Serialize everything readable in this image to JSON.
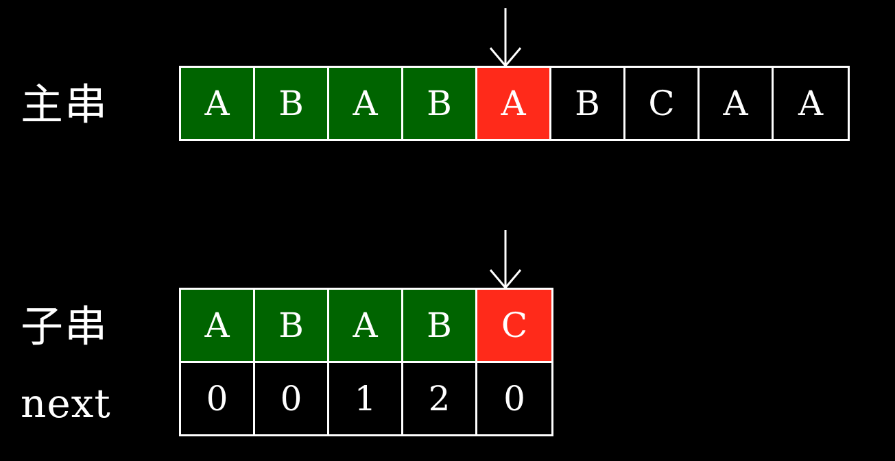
{
  "main_string": {
    "label": "主串",
    "cells": [
      {
        "char": "A",
        "state": "matched"
      },
      {
        "char": "B",
        "state": "matched"
      },
      {
        "char": "A",
        "state": "matched"
      },
      {
        "char": "B",
        "state": "matched"
      },
      {
        "char": "A",
        "state": "mismatch"
      },
      {
        "char": "B",
        "state": "pending"
      },
      {
        "char": "C",
        "state": "pending"
      },
      {
        "char": "A",
        "state": "pending"
      },
      {
        "char": "A",
        "state": "pending"
      }
    ],
    "pointer_index": 4
  },
  "pattern_string": {
    "label": "子串",
    "cells": [
      {
        "char": "A",
        "state": "matched"
      },
      {
        "char": "B",
        "state": "matched"
      },
      {
        "char": "A",
        "state": "matched"
      },
      {
        "char": "B",
        "state": "matched"
      },
      {
        "char": "C",
        "state": "mismatch"
      }
    ],
    "pointer_index": 4
  },
  "next_array": {
    "label": "next",
    "values": [
      "0",
      "0",
      "1",
      "2",
      "0"
    ]
  },
  "colors": {
    "background": "#000000",
    "matched": "#006400",
    "mismatch": "#ff2a1a",
    "pending": "#000000",
    "border": "#ffffff",
    "text": "#ffffff"
  },
  "icons": {
    "pointer": "down-arrow-icon"
  }
}
